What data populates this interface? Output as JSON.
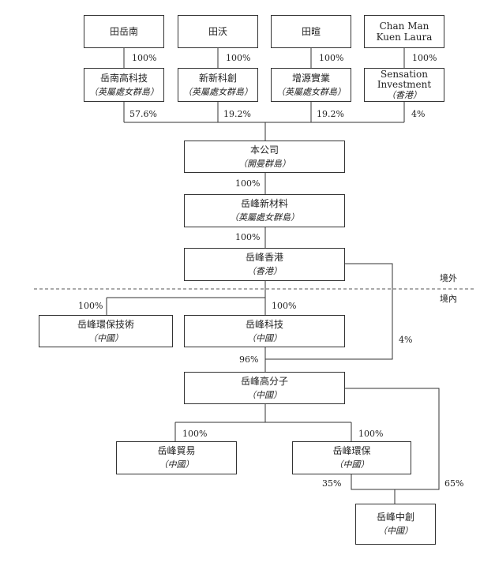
{
  "nodes": {
    "tian_yuenan": {
      "name": "田岳南"
    },
    "tian_wo": {
      "name": "田沃"
    },
    "tian_xuan": {
      "name": "田暄"
    },
    "chan_man": {
      "name_line1": "Chan Man",
      "name_line2": "Kuen Laura"
    },
    "yuenan_tech": {
      "name": "岳南高科技",
      "place": "（英屬處女群島）"
    },
    "xinxin_kechuang": {
      "name": "新新科創",
      "place": "（英屬處女群島）"
    },
    "zengyuan_shiye": {
      "name": "增源實業",
      "place": "（英屬處女群島）"
    },
    "sensation": {
      "name_line1": "Sensation",
      "name_line2": "Investment",
      "place": "（香港）"
    },
    "company": {
      "name": "本公司",
      "place": "（開曼群島）"
    },
    "yuefeng_materials": {
      "name": "岳峰新材料",
      "place": "（英屬處女群島）"
    },
    "yuefeng_hk": {
      "name": "岳峰香港",
      "place": "（香港）"
    },
    "yuefeng_env_tech": {
      "name": "岳峰環保技術",
      "place": "（中國）"
    },
    "yuefeng_tech": {
      "name": "岳峰科技",
      "place": "（中國）"
    },
    "yuefeng_polymer": {
      "name": "岳峰高分子",
      "place": "（中國）"
    },
    "yuefeng_trade": {
      "name": "岳峰貿易",
      "place": "（中國）"
    },
    "yuefeng_env": {
      "name": "岳峰環保",
      "place": "（中國）"
    },
    "yuefeng_zhongchuang": {
      "name": "岳峰中創",
      "place": "（中國）"
    }
  },
  "percentages": {
    "tian_yuenan_to_yuenan_tech": "100%",
    "tian_wo_to_xinxin": "100%",
    "tian_xuan_to_zengyuan": "100%",
    "chan_to_sensation": "100%",
    "yuenan_tech_to_company": "57.6%",
    "xinxin_to_company": "19.2%",
    "zengyuan_to_company": "19.2%",
    "sensation_to_company": "4%",
    "company_to_materials": "100%",
    "materials_to_hk": "100%",
    "hk_to_env_tech": "100%",
    "hk_to_tech": "100%",
    "hk_to_polymer": "4%",
    "tech_to_polymer": "96%",
    "polymer_to_trade": "100%",
    "polymer_to_env": "100%",
    "env_to_zhongchuang": "35%",
    "polymer_to_zhongchuang": "65%"
  },
  "regions": {
    "offshore": "境外",
    "onshore": "境內"
  }
}
